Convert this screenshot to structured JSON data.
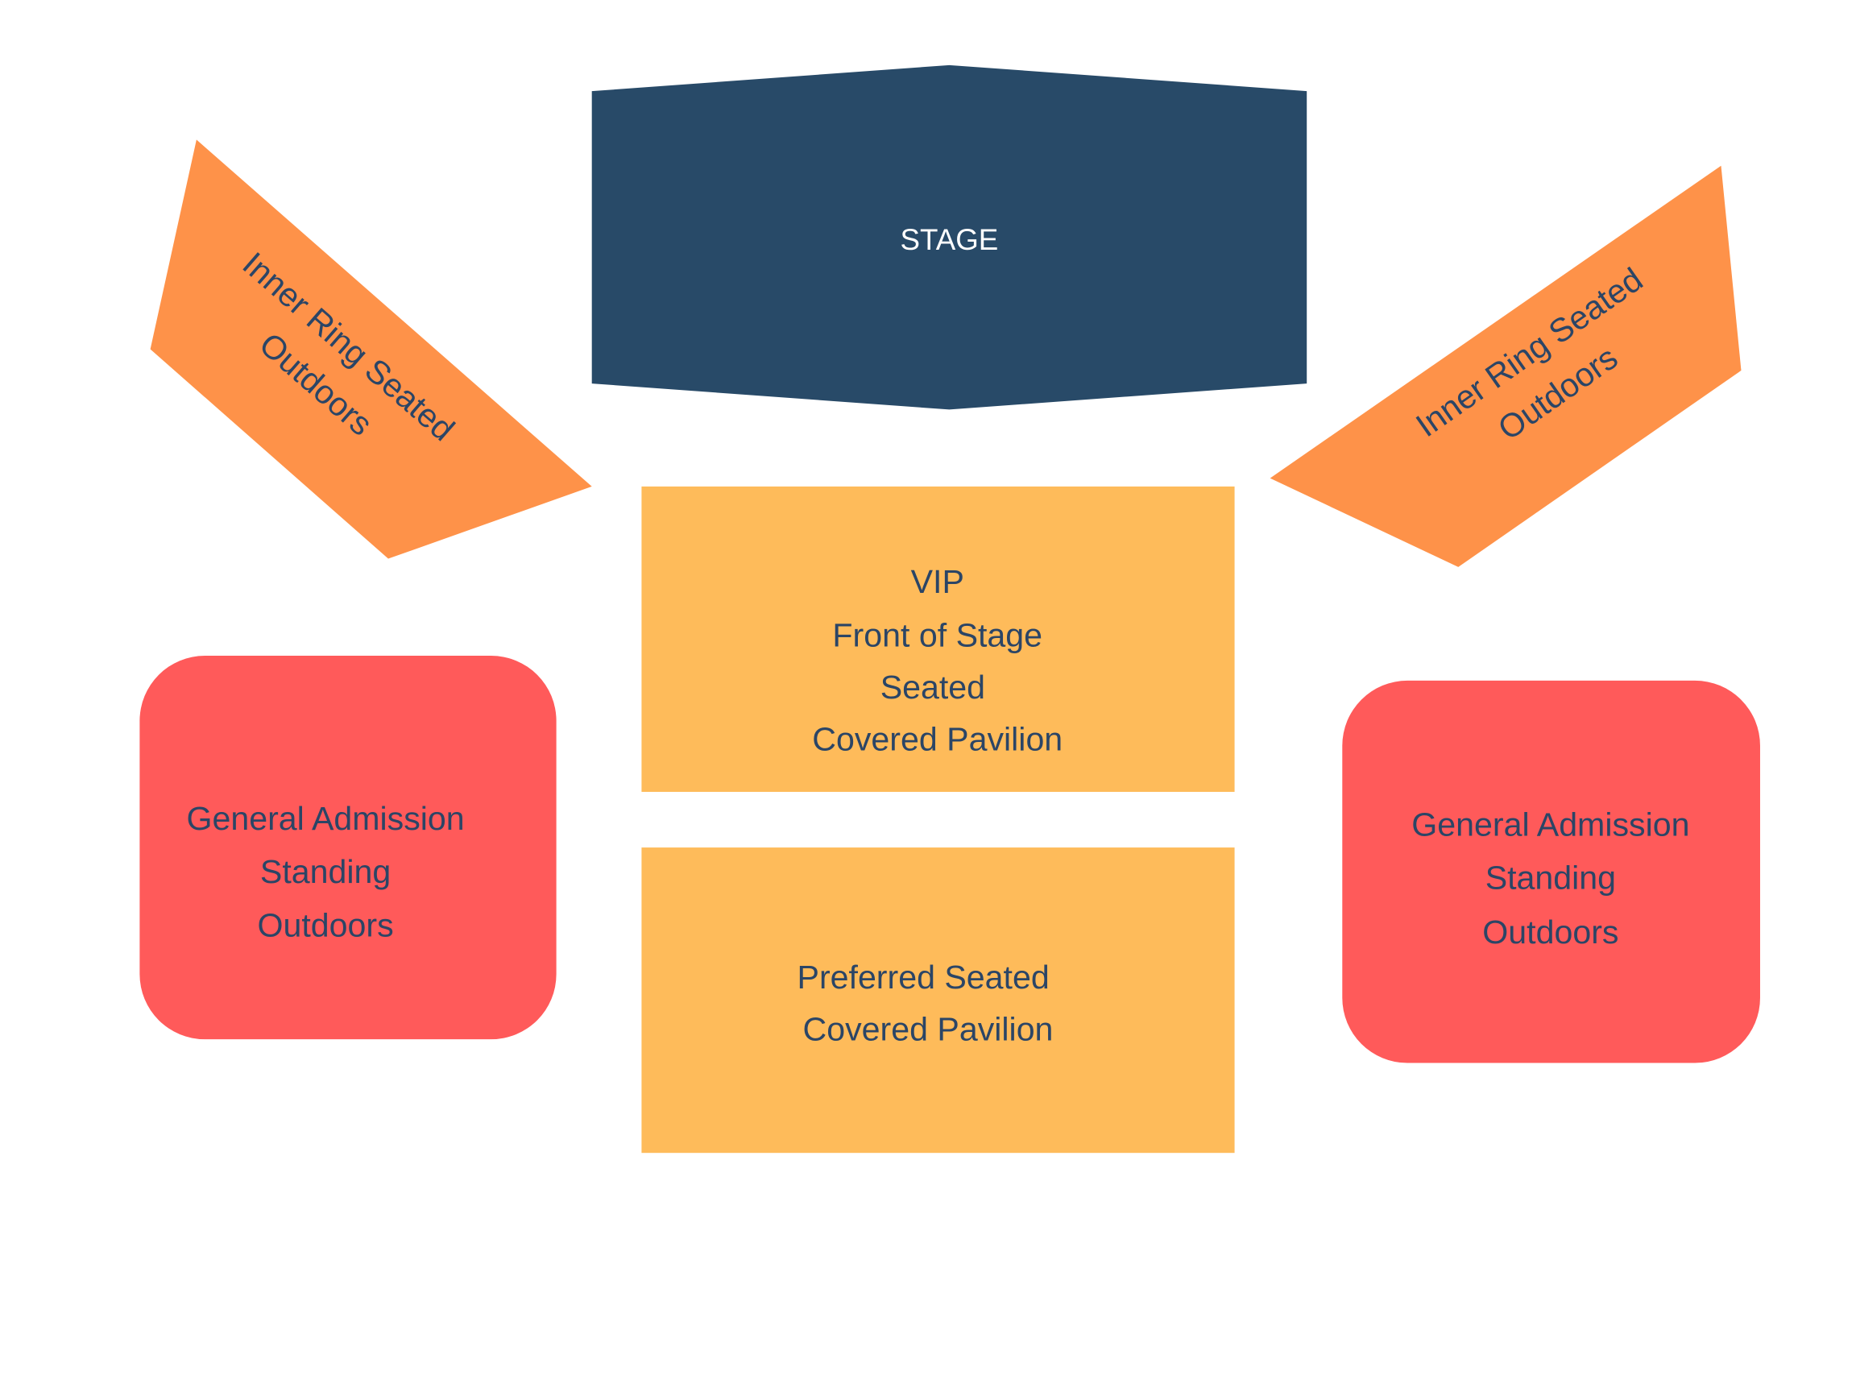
{
  "colors": {
    "stage": "#284a68",
    "inner_ring": "#fe9249",
    "pavilion": "#febb5a",
    "general_admission": "#ff5a5a",
    "label_text": "#2b4566",
    "stage_text": "#ffffff"
  },
  "stage": {
    "label": "STAGE"
  },
  "inner_ring_left": {
    "lines": [
      "Inner Ring Seated",
      "Outdoors"
    ]
  },
  "inner_ring_right": {
    "lines": [
      "Inner Ring Seated",
      "Outdoors"
    ]
  },
  "vip": {
    "lines": [
      "VIP",
      "Front of Stage",
      "Seated",
      "Covered Pavilion"
    ]
  },
  "preferred": {
    "lines": [
      "Preferred Seated",
      "Covered Pavilion"
    ]
  },
  "ga_left": {
    "lines": [
      "General Admission",
      "Standing",
      "Outdoors"
    ]
  },
  "ga_right": {
    "lines": [
      "General Admission",
      "Standing",
      "Outdoors"
    ]
  }
}
